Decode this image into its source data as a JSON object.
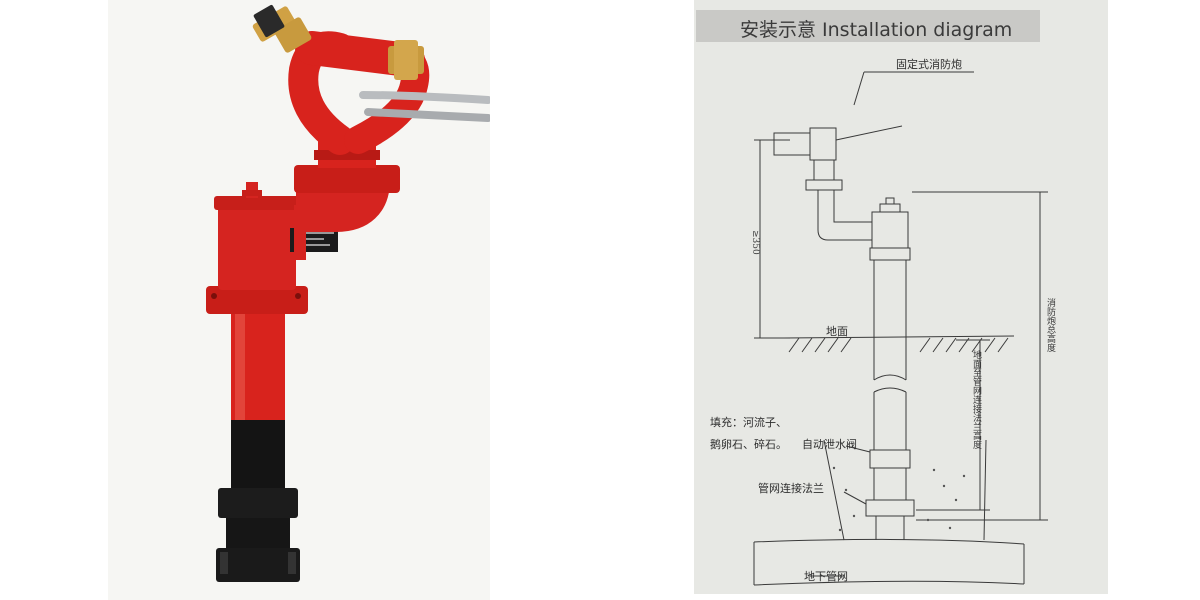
{
  "diagram": {
    "title": "安装示意 Installation diagram",
    "labels": {
      "fixed_cannon": "固定式消防炮",
      "ground": "地面",
      "fill": "填充：河流子、",
      "fill2": "鹅卵石、碎石。",
      "drain_valve": "自动泄水阀",
      "flange": "管网连接法兰",
      "underground_pipe": "地下管网",
      "total_height": "消防炮总高度",
      "buried_depth": "地面至管网连接法兰高度",
      "upper_dim": "≥350"
    }
  },
  "colors": {
    "red": "#d8231d",
    "black": "#141414",
    "brass": "#c89a3e",
    "steel": "#b9bcbf",
    "line": "#3a3a3a"
  }
}
